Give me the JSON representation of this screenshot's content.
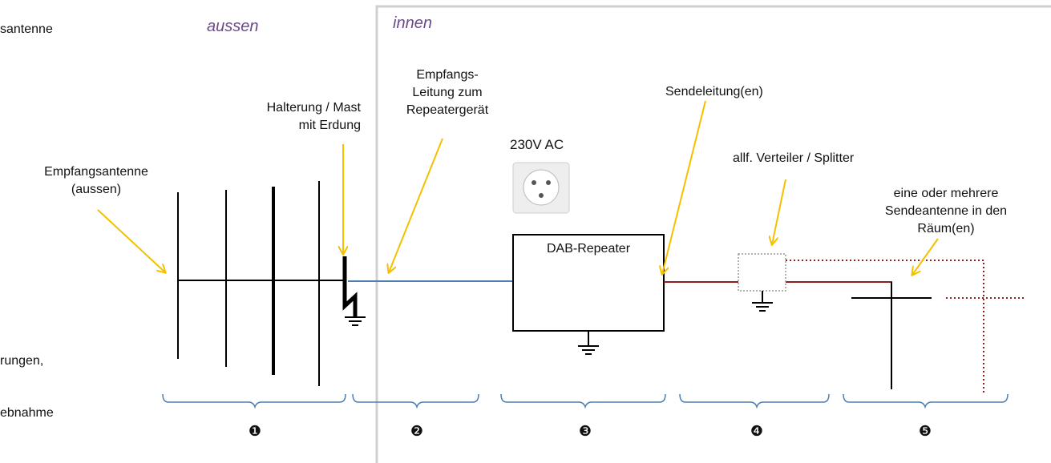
{
  "zones": {
    "outside": "aussen",
    "inside": "innen"
  },
  "left_cut": {
    "line1": "santenne",
    "line2": "rungen,",
    "line3": "ebnahme"
  },
  "labels": {
    "empfangsantenne_line1": "Empfangsantenne",
    "empfangsantenne_line2": "(aussen)",
    "halterung_line1": "Halterung / Mast",
    "halterung_line2": "mit Erdung",
    "empfangsleitung_line1": "Empfangs-",
    "empfangsleitung_line2": "Leitung zum",
    "empfangsleitung_line3": "Repeatergerät",
    "power": "230V AC",
    "repeater": "DAB-Repeater",
    "sendeleitung": "Sendeleitung(en)",
    "verteiler": "allf. Verteiler / Splitter",
    "sendeantenne_line1": "eine oder mehrere",
    "sendeantenne_line2": "Sendeantenne in den",
    "sendeantenne_line3": "Räum(en)"
  },
  "sections": [
    "❶",
    "❷",
    "❸",
    "❹",
    "❺"
  ],
  "colors": {
    "arrow": "#f5c000",
    "receive_cable": "#4f7fb0",
    "send_cable": "#8b1e1e",
    "brace": "#4f7fb0",
    "zone_border": "#d0d0d0",
    "zone_text": "#6a4a8a"
  }
}
